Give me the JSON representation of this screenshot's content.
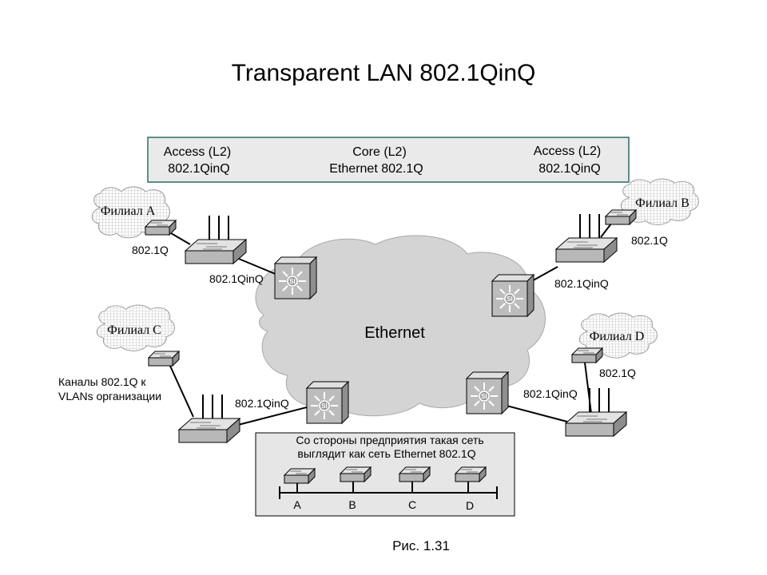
{
  "title": "Transparent LAN 802.1QinQ",
  "legend": {
    "left_line1": "Access (L2)",
    "left_line2": "802.1QinQ",
    "center_line1": "Core (L2)",
    "center_line2": "Ethernet 802.1Q",
    "right_line1": "Access (L2)",
    "right_line2": "802.1QinQ"
  },
  "core_label": "Ethernet",
  "branches": {
    "a": "Филиал A",
    "b": "Филиал B",
    "c": "Филиал C",
    "d": "Филиал D"
  },
  "link_labels": {
    "a_q": "802.1Q",
    "a_qinq": "802.1QinQ",
    "b_q": "802.1Q",
    "b_qinq": "802.1QinQ",
    "c_note_line1": "Каналы 802.1Q к",
    "c_note_line2": "VLANs организации",
    "c_qinq": "802.1QinQ",
    "d_q": "802.1Q",
    "d_qinq": "802.1QinQ"
  },
  "enterprise_view": {
    "line1": "Со стороны предприятия такая сеть",
    "line2": "выглядит как сеть Ethernet 802.1Q",
    "nodes": [
      "A",
      "B",
      "C",
      "D"
    ]
  },
  "caption": "Рис. 1.31",
  "colors": {
    "background": "#ffffff",
    "cloud_fill": "#d4d4d4",
    "legend_fill": "#eaeaea",
    "legend_border": "#2e6b63",
    "device_fill": "#bcbcbc"
  }
}
